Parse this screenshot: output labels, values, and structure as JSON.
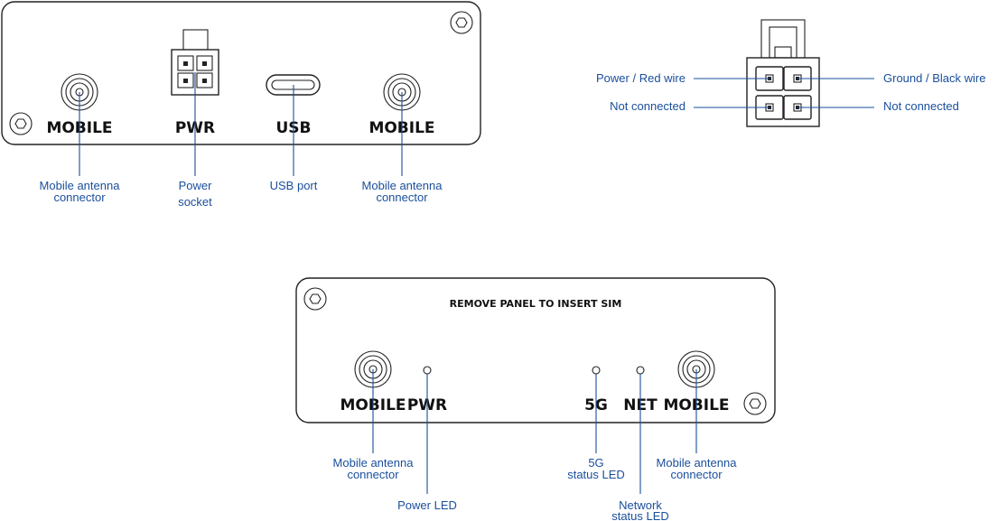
{
  "panel_a": {
    "labels": [
      "MOBILE",
      "PWR",
      "USB",
      "MOBILE"
    ],
    "callouts": {
      "mobile_left": [
        "Mobile antenna",
        "connector"
      ],
      "pwr": [
        "Power",
        "socket"
      ],
      "usb": "USB port",
      "mobile_right": [
        "Mobile antenna",
        "connector"
      ]
    }
  },
  "connector": {
    "callouts": {
      "top_left": "Power / Red wire",
      "top_right": "Ground / Black wire",
      "bottom_left": "Not connected",
      "bottom_right": "Not connected"
    }
  },
  "panel_b": {
    "title": "REMOVE PANEL TO INSERT SIM",
    "labels": [
      "MOBILE",
      "PWR",
      "5G",
      "NET",
      "MOBILE"
    ],
    "callouts": {
      "mobile_left": [
        "Mobile antenna",
        "connector"
      ],
      "power_led": "Power LED",
      "led_5g": [
        "5G",
        "status LED"
      ],
      "network_led": [
        "Network",
        "status LED"
      ],
      "mobile_right": [
        "Mobile antenna",
        "connector"
      ]
    }
  },
  "colors": {
    "callout": "#1a4f9c",
    "outline": "#222222"
  },
  "icons": [
    "hex-screw-icon",
    "antenna-connector-icon",
    "power-socket-icon",
    "usb-c-port-icon",
    "led-icon",
    "molex-connector-icon"
  ]
}
